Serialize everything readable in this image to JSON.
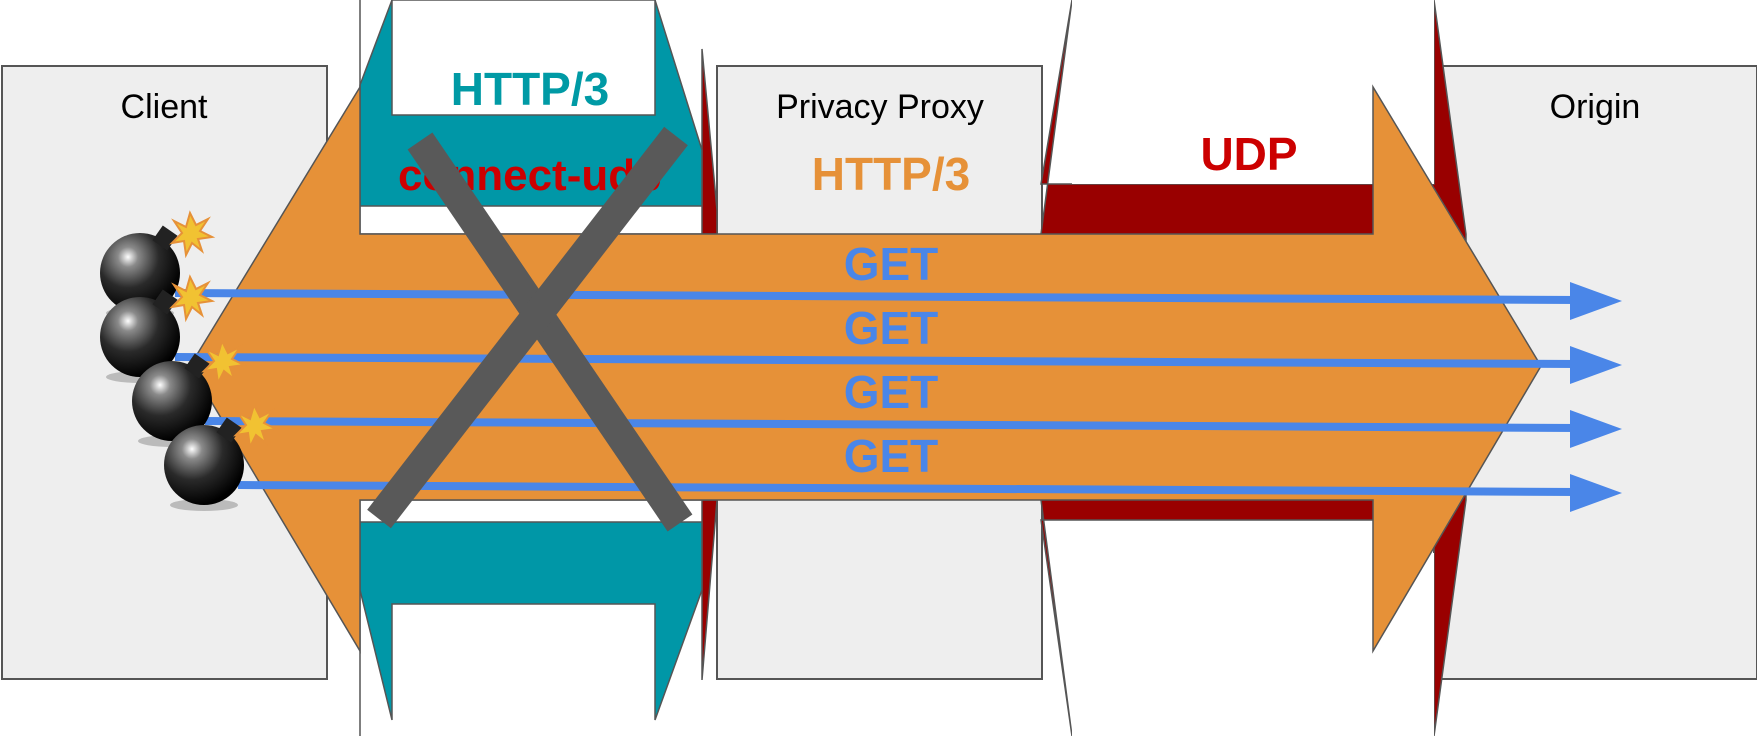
{
  "nodes": {
    "client": "Client",
    "proxy": "Privacy Proxy",
    "origin": "Origin"
  },
  "tunnel": {
    "outer_label": "HTTP/3",
    "inner_label": "connect-udp"
  },
  "udp_label": "UDP",
  "proxy_protocol_label": "HTTP/3",
  "requests": [
    "GET",
    "GET",
    "GET",
    "GET"
  ],
  "colors": {
    "node_box": "#eeeeee",
    "orange_stream": "#e69138",
    "teal_tunnel": "#0097a7",
    "dark_red": "#990000",
    "red_text": "#cc0000",
    "teal_text": "#009aa5",
    "blue_request": "#4a86e8",
    "cross": "#595959",
    "bomb": "#1a1a1a"
  },
  "icons": [
    "bomb-icon",
    "cross-mark-icon",
    "arrow-right-icon"
  ]
}
